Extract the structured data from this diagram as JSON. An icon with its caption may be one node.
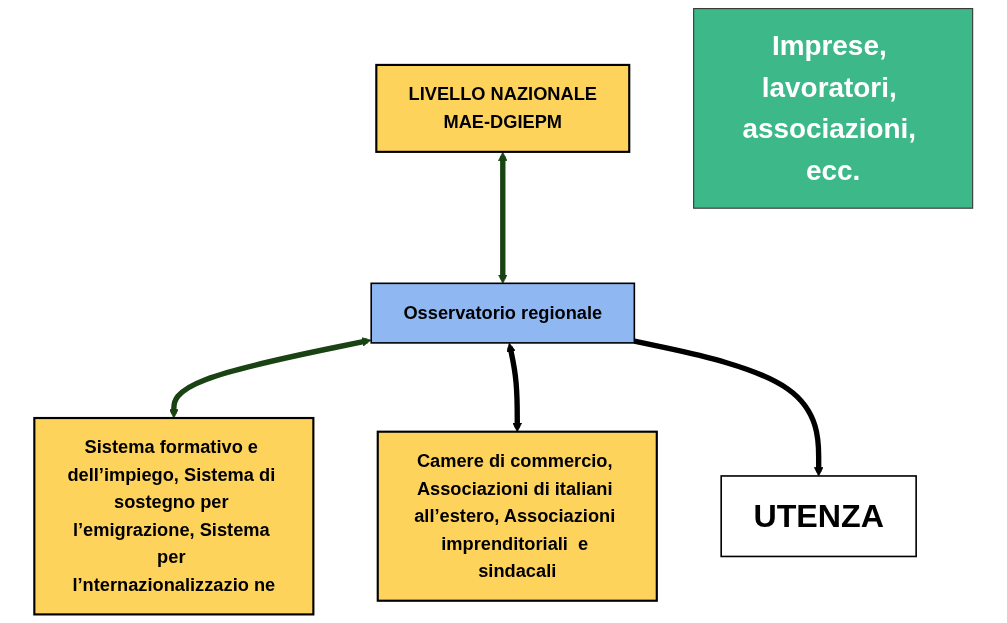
{
  "diagram": {
    "nodes": [
      {
        "text": [
          "LIVELLO NAZIONALE",
          "MAE-DGIEPM"
        ]
      },
      {
        "text": [
          "Osservatorio regionale"
        ]
      },
      {
        "text": [
          "Sistema formativo e dell’impiego, Sistema di sostegno per l’emigrazione, Sistema per l’nternazionalizzazio ne"
        ]
      },
      {
        "text": [
          "Camere di commercio, Associazioni di italiani all’estero, Associazioni imprenditoriali  e sindacali"
        ]
      },
      {
        "text": [
          "UTENZA"
        ]
      },
      {
        "text": [
          "Imprese, lavoratori, associazioni, ecc."
        ]
      }
    ],
    "edges": [
      {
        "from": 0,
        "to": 1,
        "arrow": "both",
        "color": "#1a4314"
      },
      {
        "from": 1,
        "to": 2,
        "arrow": "both",
        "color": "#1a4314"
      },
      {
        "from": 1,
        "to": 3,
        "arrow": "both",
        "color": "#000000"
      },
      {
        "from": 1,
        "to": 4,
        "arrow": "to",
        "color": "#000000"
      }
    ]
  }
}
